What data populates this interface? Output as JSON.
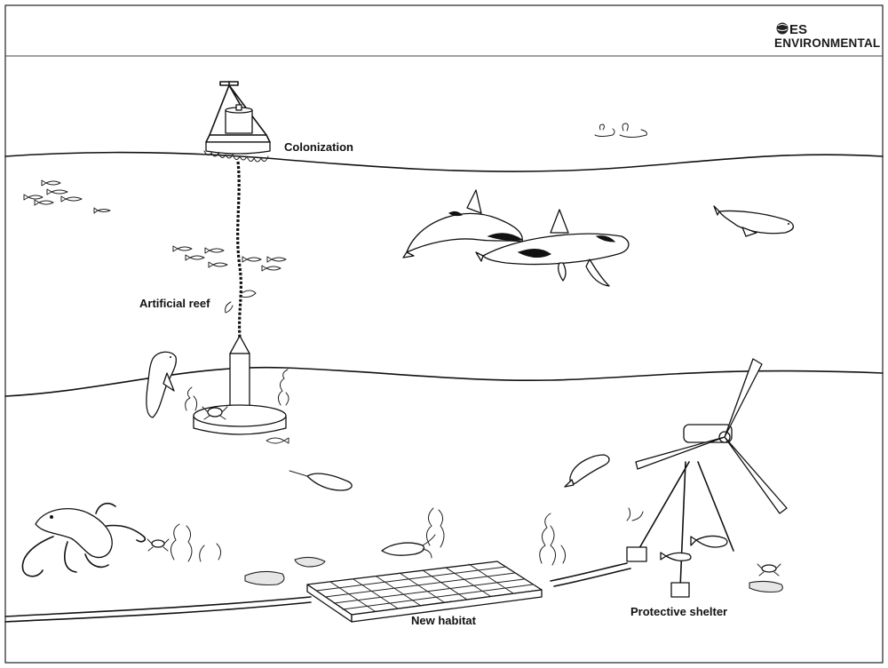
{
  "logo": {
    "mark": "ES",
    "name": "ENVIRONMENTAL"
  },
  "labels": {
    "colonization": "Colonization",
    "artificial_reef": "Artificial reef",
    "new_habitat": "New habitat",
    "protective_shelter": "Protective shelter"
  },
  "icons": [
    "buoy-icon",
    "duck-icon",
    "fish-icon",
    "orca-icon",
    "seal-icon",
    "crab-icon",
    "stingray-icon",
    "octopus-icon",
    "lobster-icon",
    "seaweed-icon",
    "wind-turbine-icon",
    "rock-icon",
    "habitat-block-icon"
  ]
}
